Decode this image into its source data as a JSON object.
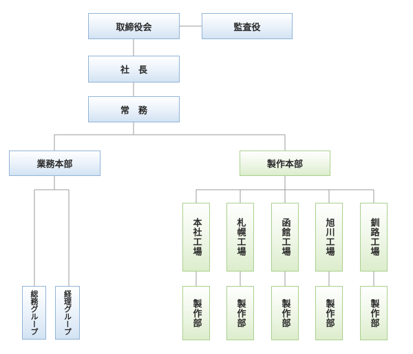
{
  "org": {
    "board": "取締役会",
    "auditor": "監査役",
    "president": "社　長",
    "managing": "常　務",
    "business_hq": {
      "label": "業務本部",
      "groups": [
        "総務グループ",
        "経理グループ"
      ]
    },
    "production_hq": {
      "label": "製作本部",
      "factories": [
        {
          "name": "本社工場",
          "dept": "製作部"
        },
        {
          "name": "札幌工場",
          "dept": "製作部"
        },
        {
          "name": "函館工場",
          "dept": "製作部"
        },
        {
          "name": "旭川工場",
          "dept": "製作部"
        },
        {
          "name": "釧路工場",
          "dept": "製作部"
        }
      ]
    }
  }
}
